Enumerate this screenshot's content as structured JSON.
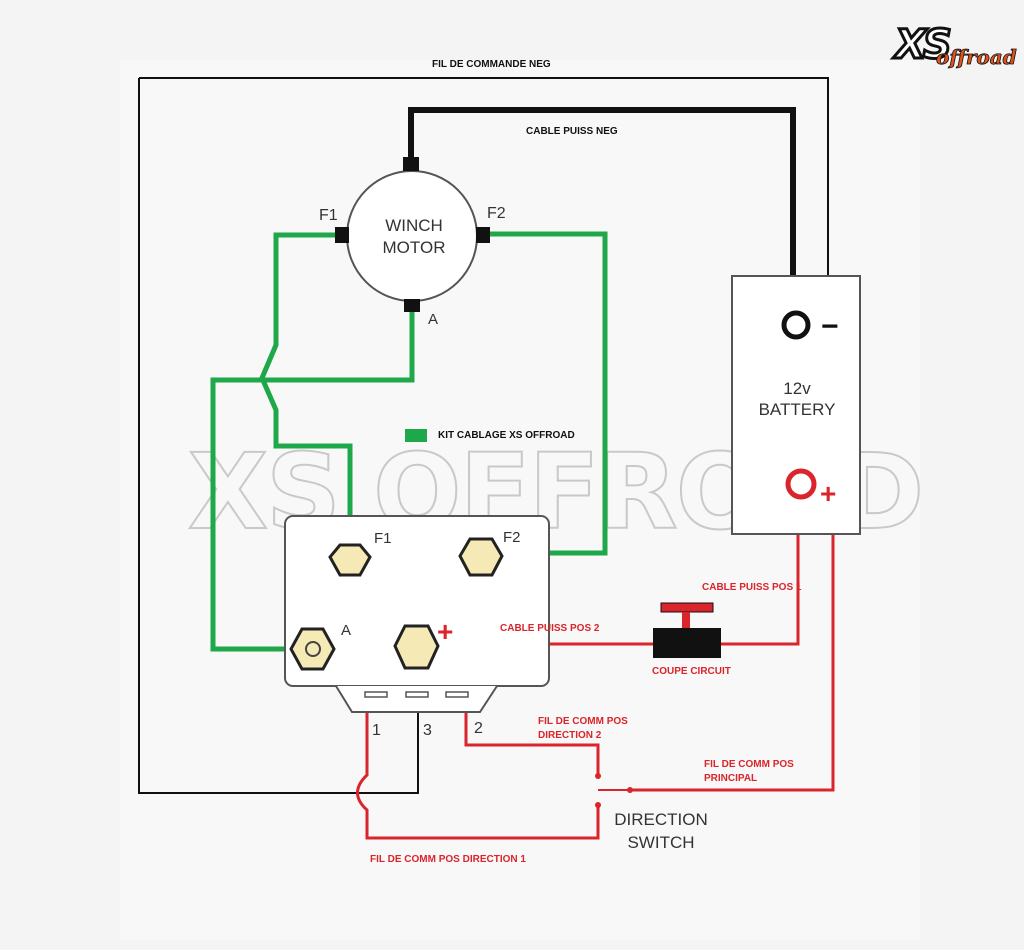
{
  "logo": {
    "text": "XS",
    "subtext": "offroad"
  },
  "watermark": "XS OFFROAD",
  "colors": {
    "neg": "#111111",
    "kit": "#1fa84a",
    "pos": "#d9252b",
    "line": "#555555"
  },
  "motor": {
    "line1": "WINCH",
    "line2": "MOTOR",
    "f1": "F1",
    "f2": "F2",
    "a": "A"
  },
  "solenoid": {
    "f1": "F1",
    "f2": "F2",
    "a": "A",
    "plus": "+",
    "pin1": "1",
    "pin2": "2",
    "pin3": "3"
  },
  "battery": {
    "line1": "12v",
    "line2": "BATTERY",
    "minus": "−",
    "plus": "+"
  },
  "switch": {
    "line1": "DIRECTION",
    "line2": "SWITCH"
  },
  "legend": {
    "label": "KIT CABLAGE XS OFFROAD"
  },
  "labels": {
    "cmd_neg": "FIL DE COMMANDE NEG",
    "power_neg": "CABLE PUISS NEG",
    "power_pos1": "CABLE PUISS POS 1",
    "power_pos2": "CABLE PUISS POS 2",
    "breaker": "COUPE CIRCUIT",
    "dir2_line1": "FIL DE COMM POS",
    "dir2_line2": "DIRECTION 2",
    "main_line1": "FIL DE COMM POS",
    "main_line2": "PRINCIPAL",
    "dir1": "FIL DE COMM POS DIRECTION 1"
  }
}
